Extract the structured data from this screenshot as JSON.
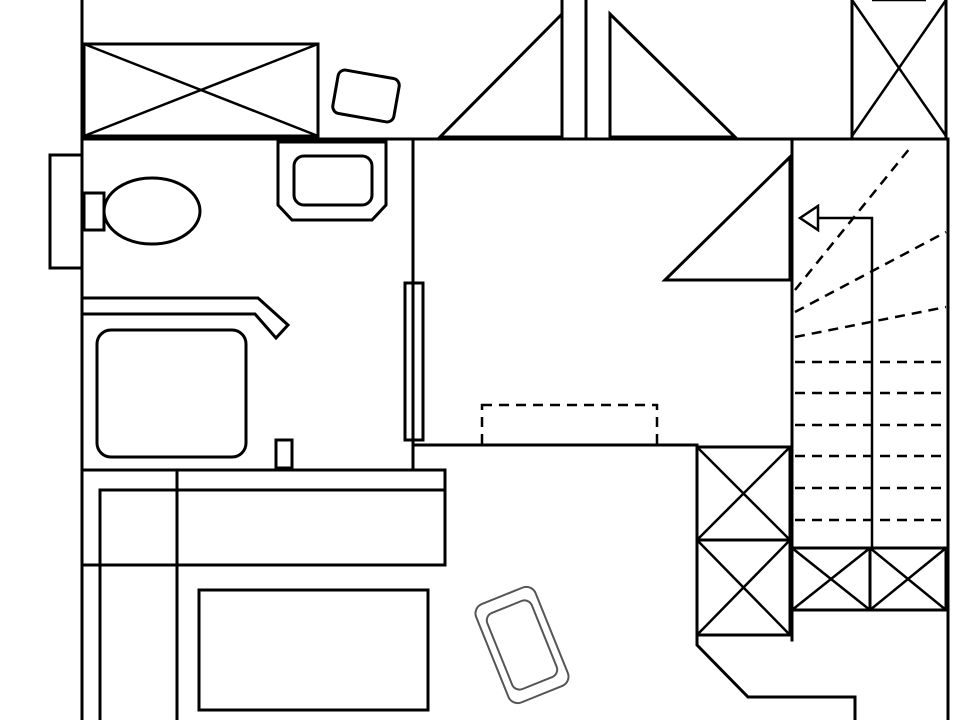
{
  "colors": {
    "stroke": "#000000",
    "background": "#ffffff",
    "furniture_gray": "#555555"
  },
  "elements": [
    "toilet",
    "sink",
    "bathtub",
    "door",
    "staircase",
    "storage-boxes",
    "armchair",
    "bed"
  ]
}
